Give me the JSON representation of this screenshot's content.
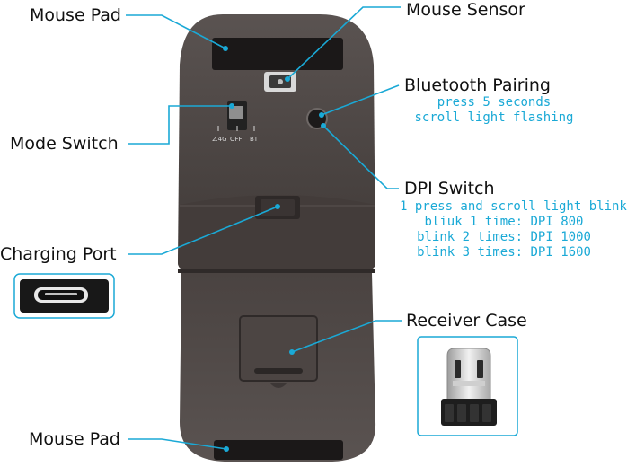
{
  "labels": {
    "mouse_pad_top": "Mouse Pad",
    "mouse_sensor": "Mouse Sensor",
    "bluetooth_pairing": "Bluetooth Pairing",
    "mode_switch": "Mode Switch",
    "dpi_switch": "DPI Switch",
    "charging_port": "Charging Port",
    "receiver_case": "Receiver Case",
    "mouse_pad_bottom": "Mouse Pad"
  },
  "bluetooth_notes": [
    "press 5 seconds",
    "scroll light flashing"
  ],
  "dpi_notes": [
    "1 press and scroll light blink",
    "bliuk 1 time: DPI 800",
    "blink 2 times: DPI 1000",
    "blink 3 times: DPI 1600"
  ],
  "mode_switch_marks": {
    "left": "2.4G",
    "middle": "OFF",
    "right": "BT"
  },
  "colors": {
    "accent": "#1aa9d6",
    "mouse_body": "#4d4644",
    "label": "#111111"
  }
}
